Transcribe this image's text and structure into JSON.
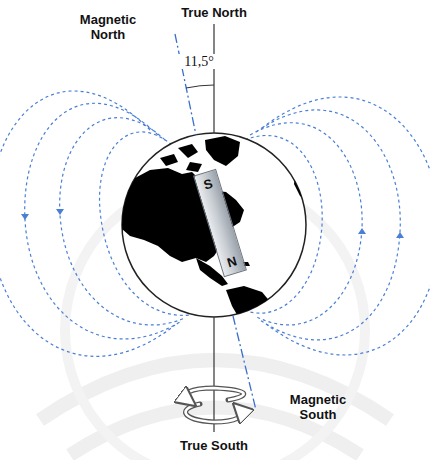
{
  "diagram": {
    "nodes": [
      {
        "text": [
          "S",
          "N"
        ]
      }
    ],
    "labels": [
      "Magnetic North",
      "True North",
      "11,5°",
      "Magnetic South",
      "True South"
    ]
  }
}
